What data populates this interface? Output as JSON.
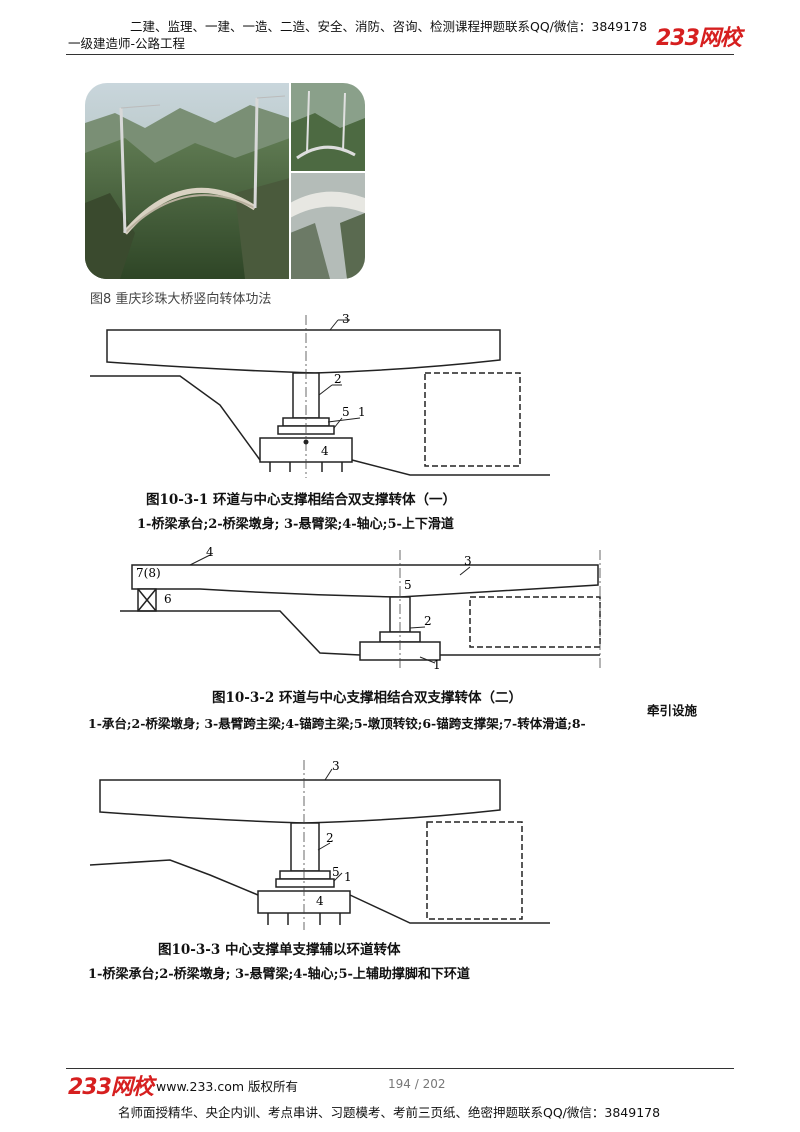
{
  "header": {
    "courses_line": "二建、监理、一建、一造、二造、安全、消防、咨询、检测课程押题联系QQ/微信：3849178",
    "subject": "一级建造师-公路工程",
    "logo_text": "233网校"
  },
  "photo": {
    "caption": "图8  重庆珍珠大桥竖向转体功法"
  },
  "figure1": {
    "title": "图10-3-1   环道与中心支撑相结合双支撑转体（一）",
    "legend": "1-桥梁承台;2-桥梁墩身; 3-悬臂梁;4-轴心;5-上下滑道",
    "labels": [
      "1",
      "2",
      "3",
      "4",
      "5"
    ]
  },
  "figure2": {
    "title": "图10-3-2   环道与中心支撑相结合双支撑转体（二）",
    "legend": "1-承台;2-桥梁墩身; 3-悬臂跨主梁;4-锚跨主梁;5-墩顶转铰;6-锚跨支撑架;7-转体滑道;8-",
    "legend_tail": "牵引设施",
    "labels": [
      "1",
      "2",
      "3",
      "4",
      "5",
      "6",
      "7(8)"
    ]
  },
  "figure3": {
    "title": "图10-3-3   中心支撑单支撑辅以环道转体",
    "legend": "1-桥梁承台;2-桥梁墩身; 3-悬臂梁;4-轴心;5-上辅助撑脚和下环道",
    "labels": [
      "1",
      "2",
      "3",
      "4",
      "5"
    ]
  },
  "footer": {
    "logo_text": "233网校",
    "copyright": "www.233.com  版权所有",
    "page": "194 / 202",
    "services": "名师面授精华、央企内训、考点串讲、习题模考、考前三页纸、绝密押题联系QQ/微信：3849178"
  }
}
